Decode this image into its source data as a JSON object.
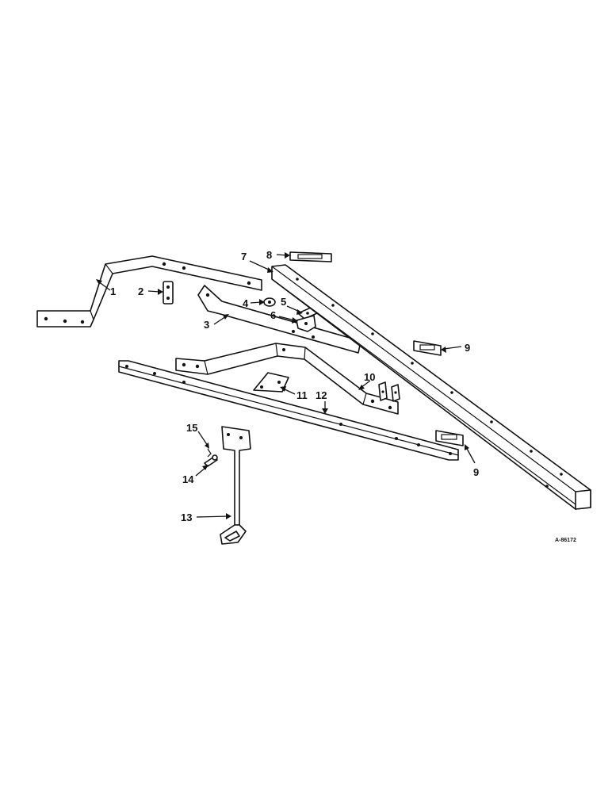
{
  "callouts": {
    "c1": "1",
    "c2": "2",
    "c3": "3",
    "c4": "4",
    "c5": "5",
    "c6": "6",
    "c7": "7",
    "c8": "8",
    "c9a": "9",
    "c9b": "9",
    "c10": "10",
    "c11": "11",
    "c12": "12",
    "c13": "13",
    "c14": "14",
    "c15": "15"
  },
  "reference_code": "A-86172"
}
